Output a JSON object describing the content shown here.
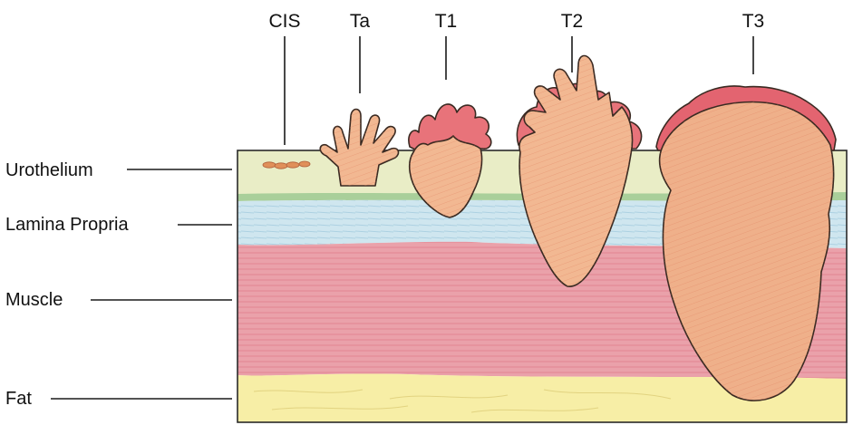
{
  "stages": {
    "cis": "CIS",
    "ta": "Ta",
    "t1": "T1",
    "t2": "T2",
    "t3": "T3"
  },
  "layers": {
    "urothelium": "Urothelium",
    "lamina_propria": "Lamina Propria",
    "muscle": "Muscle",
    "fat": "Fat"
  },
  "colors": {
    "urothelium": "#e7ecc4",
    "basement_line": "#8fb98a",
    "lamina_propria": "#cfe6ef",
    "muscle": "#e89aa4",
    "fat": "#f6ec9e",
    "tumor": "#f0b48c",
    "tumor_tip": "#e0606a",
    "cis_cells": "#e0905a"
  }
}
